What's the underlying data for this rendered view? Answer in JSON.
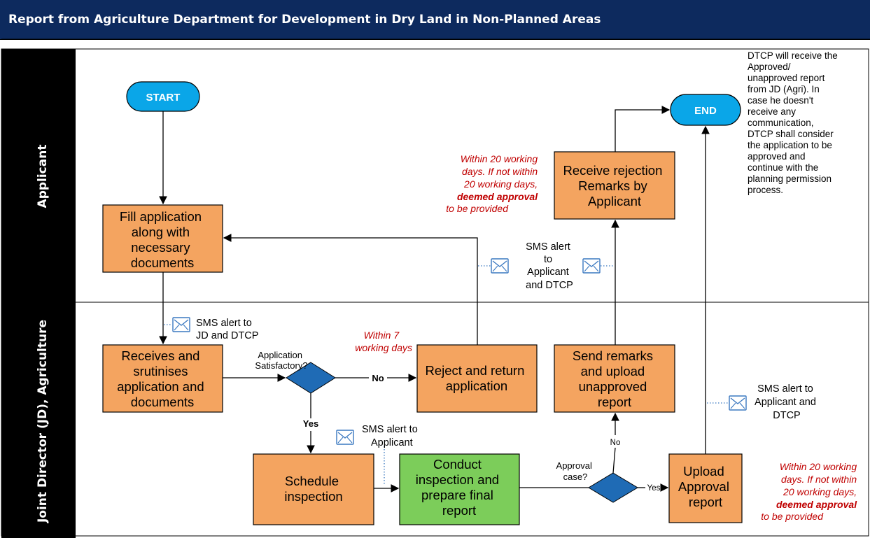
{
  "title": "Report from Agriculture Department for Development in Dry Land in Non-Planned Areas",
  "lanes": [
    {
      "label": "Applicant"
    },
    {
      "label": "Joint Director (JD), Agriculture"
    }
  ],
  "terminals": {
    "start": "START",
    "end": "END"
  },
  "boxes": {
    "fill": [
      "Fill application",
      "along with",
      "necessary",
      "documents"
    ],
    "receives": [
      "Receives and",
      "srutinises",
      "application and",
      "documents"
    ],
    "reject": [
      "Reject and return",
      "application"
    ],
    "schedule": [
      "Schedule",
      "inspection"
    ],
    "conduct": [
      "Conduct",
      "inspection and",
      "prepare final",
      "report"
    ],
    "send": [
      "Send remarks",
      "and upload",
      "unapproved",
      "report"
    ],
    "upload": [
      "Upload",
      "Approval",
      "report"
    ],
    "rejection": [
      "Receive rejection",
      "Remarks by",
      "Applicant"
    ]
  },
  "decisions": {
    "application": [
      "Application",
      "Satisfactory?"
    ],
    "approval": [
      "Approval",
      "case?"
    ]
  },
  "flow_labels": {
    "no1": "No",
    "yes1": "Yes",
    "no2": "No",
    "yes2": "Yes"
  },
  "sms": {
    "jd_dtcp": [
      "SMS alert to",
      "JD and DTCP"
    ],
    "applicant": [
      "SMS alert to",
      "Applicant"
    ],
    "applicant_dtcp_left": [
      "SMS alert",
      "to",
      "Applicant",
      "and DTCP"
    ],
    "applicant_dtcp_right": [
      "SMS alert to",
      "Applicant and",
      "DTCP"
    ]
  },
  "timelines": {
    "top": [
      "Within 20 working",
      "days. If not within",
      "20 working days,",
      "deemed approval",
      "to be provided"
    ],
    "mid": [
      "Within 7",
      "working days"
    ],
    "bottom": [
      "Within 20 working",
      "days. If not within",
      "20 working days,",
      "deemed approval",
      "to be provided"
    ]
  },
  "note": [
    "DTCP will receive the",
    "Approved/",
    "unapproved report",
    "from JD (Agri). In",
    "case he doesn't",
    "receive any",
    "communication,",
    "DTCP shall consider",
    "the application to be",
    "approved and",
    "continue with the",
    "planning permission",
    "process."
  ],
  "colors": {
    "header": "#0d2a5e",
    "box_orange": "#f4a460",
    "box_green": "#7ccd5a",
    "terminal": "#0aa6e8",
    "decision": "#1f6bb5",
    "timeline_red": "#c00000",
    "lane_label_bg": "#000000"
  }
}
